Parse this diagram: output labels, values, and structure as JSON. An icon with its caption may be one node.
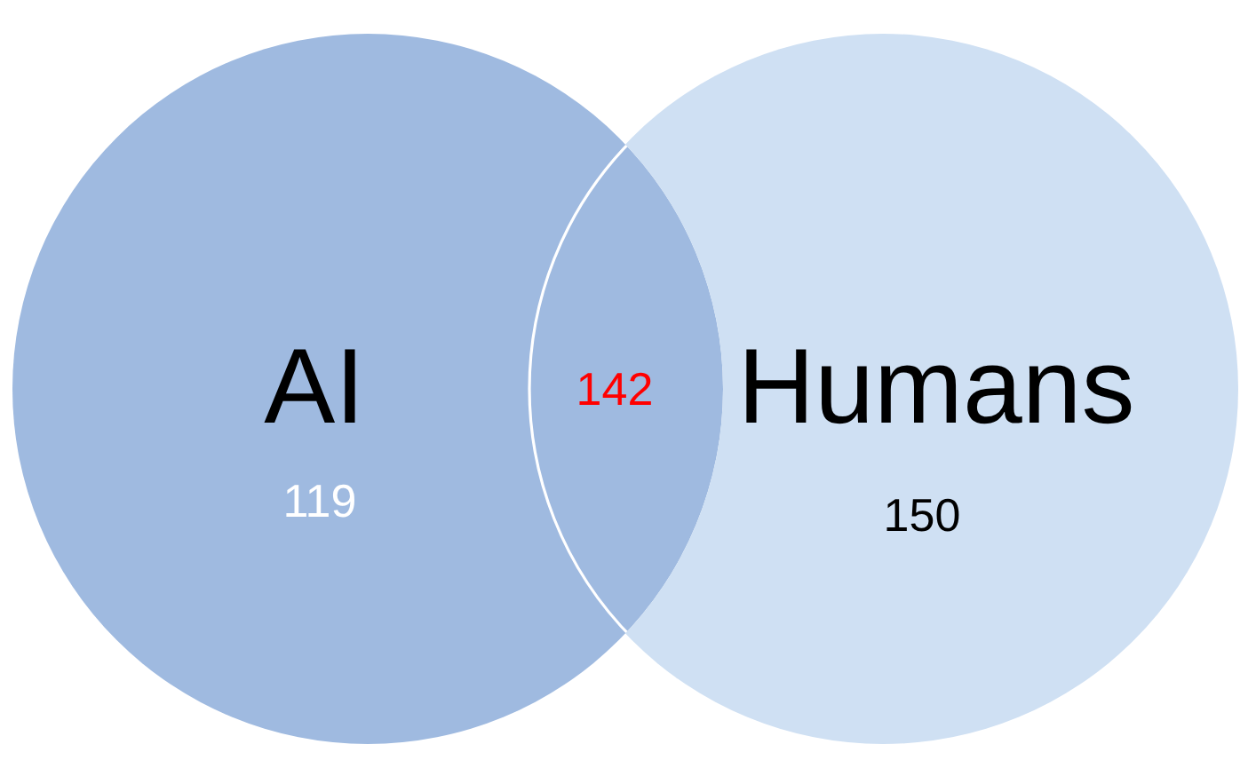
{
  "diagram": {
    "nodes": [
      {
        "text": [
          "AI",
          "119"
        ]
      },
      {
        "text": [
          "Humans",
          "150"
        ]
      }
    ],
    "labels": [
      "142"
    ]
  }
}
